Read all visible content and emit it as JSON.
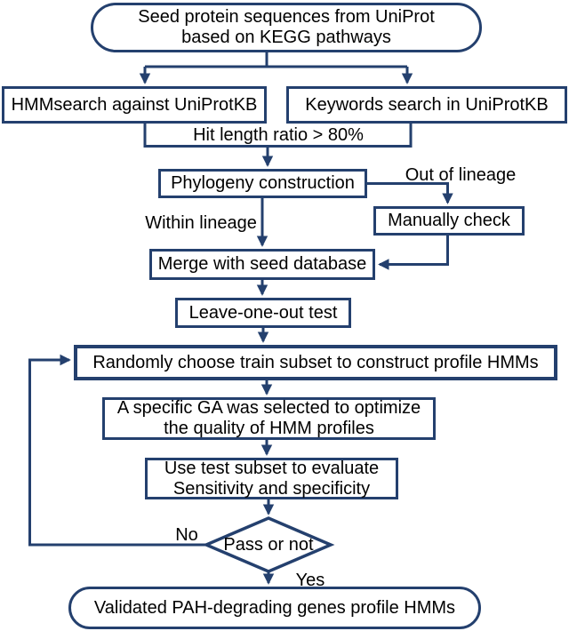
{
  "title": "PAH-degrading genes profile HMMs construction flowchart",
  "colors": {
    "line": "#24406e",
    "text": "#000000",
    "background": "#ffffff"
  },
  "nodes": {
    "seed": {
      "type": "terminator",
      "line1": "Seed protein sequences from UniProt",
      "line2": "based on KEGG pathways"
    },
    "hmmsearch": {
      "type": "process",
      "label": "HMMsearch against UniProtKB"
    },
    "keywords": {
      "type": "process",
      "label": "Keywords search in UniProtKB"
    },
    "hit_filter": {
      "type": "filter",
      "label": "Hit length ratio > 80%"
    },
    "phylogeny": {
      "type": "process",
      "label": "Phylogeny construction"
    },
    "manual_check": {
      "type": "process",
      "label": "Manually check"
    },
    "merge": {
      "type": "process",
      "label": "Merge with seed database"
    },
    "leave_one_out": {
      "type": "process",
      "label": "Leave-one-out test"
    },
    "random_train": {
      "type": "process",
      "label": "Randomly choose train subset to construct profile HMMs"
    },
    "ga": {
      "type": "process",
      "line1": "A specific GA was selected to optimize",
      "line2": "the quality of HMM profiles"
    },
    "test_eval": {
      "type": "process",
      "line1": "Use test subset to evaluate",
      "line2": "Sensitivity and specificity"
    },
    "decision": {
      "type": "decision",
      "label": "Pass or not"
    },
    "validated": {
      "type": "terminator",
      "label": "Validated PAH-degrading genes profile HMMs"
    }
  },
  "edge_labels": {
    "out_of_lineage": "Out of lineage",
    "within_lineage": "Within lineage",
    "no": "No",
    "yes": "Yes"
  }
}
